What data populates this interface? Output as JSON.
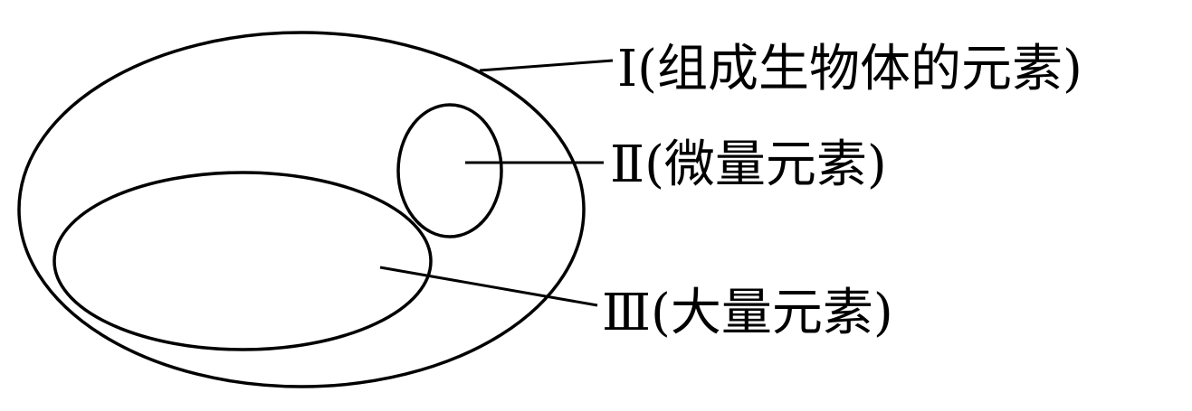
{
  "labels": {
    "set_1": "Ⅰ(组成生物体的元素)",
    "set_2": "Ⅱ(微量元素)",
    "set_3": "Ⅲ(大量元素)"
  },
  "colors": {
    "stroke": "#000000",
    "background": "#ffffff"
  }
}
